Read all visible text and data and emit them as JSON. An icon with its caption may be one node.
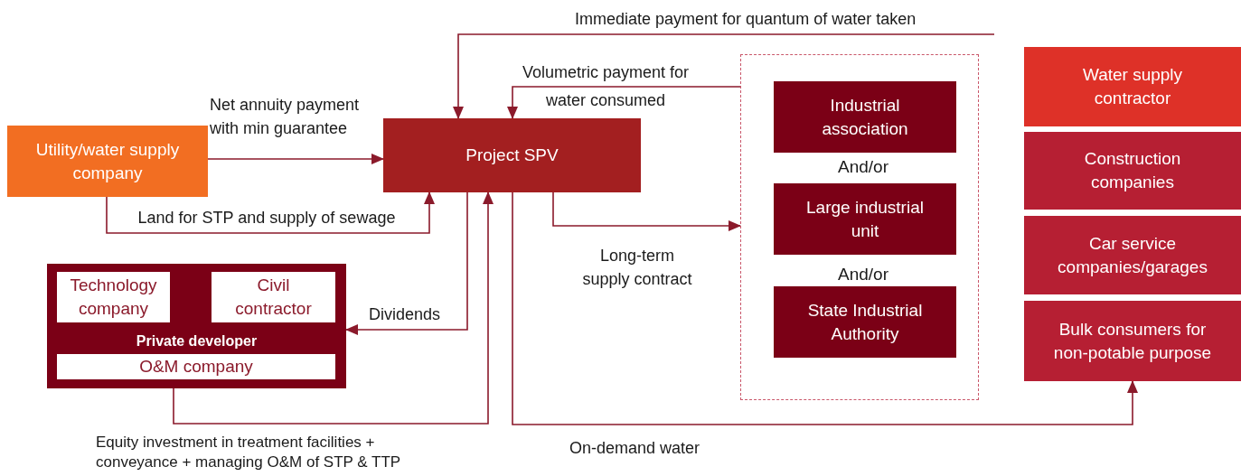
{
  "diagram": {
    "nodes": [
      {
        "text": [
          "Utility/water supply company"
        ]
      },
      {
        "text": [
          "Project SPV"
        ]
      },
      {
        "text": [
          "Private developer"
        ]
      },
      {
        "text": [
          "Technology company"
        ],
        "in": 2
      },
      {
        "text": [
          "Civil contractor"
        ],
        "in": 2
      },
      {
        "text": [
          "O&M company"
        ],
        "in": 2
      },
      {
        "text": [],
        "shape": "box"
      },
      {
        "text": [
          "Industrial association"
        ],
        "in": 6
      },
      {
        "text": [
          "Large industrial unit"
        ],
        "in": 6
      },
      {
        "text": [
          "State Industrial Authority"
        ],
        "in": 6
      },
      {
        "text": [
          "Water supply contractor"
        ]
      },
      {
        "text": [
          "Construction companies"
        ]
      },
      {
        "text": [
          "Car service companies/garages"
        ]
      },
      {
        "text": [
          "Bulk consumers for non-potable purpose"
        ]
      }
    ],
    "edges": [
      {
        "from": 0,
        "to": 1,
        "arrow": "to",
        "label": "Net annuity payment with min guarantee"
      },
      {
        "from": 0,
        "to": 1,
        "arrow": "to",
        "label": "Land for STP and supply of sewage"
      },
      {
        "from": null,
        "to": 1,
        "arrow": "to",
        "label": "Immediate payment for quantum of water taken"
      },
      {
        "from": 6,
        "to": 1,
        "arrow": "to",
        "label": "Volumetric payment for water consumed"
      },
      {
        "from": 1,
        "to": 6,
        "arrow": "to",
        "label": "Long-term supply contract"
      },
      {
        "from": 1,
        "to": 2,
        "arrow": "to",
        "label": "Dividends"
      },
      {
        "from": 2,
        "to": 1,
        "arrow": "to",
        "label": "Equity investment in treatment facilities + conveyance + managing O&M of STP & TTP"
      },
      {
        "from": 1,
        "to": 13,
        "arrow": "to",
        "label": "On-demand water"
      }
    ],
    "labels": [
      "And/or",
      "And/or"
    ]
  }
}
